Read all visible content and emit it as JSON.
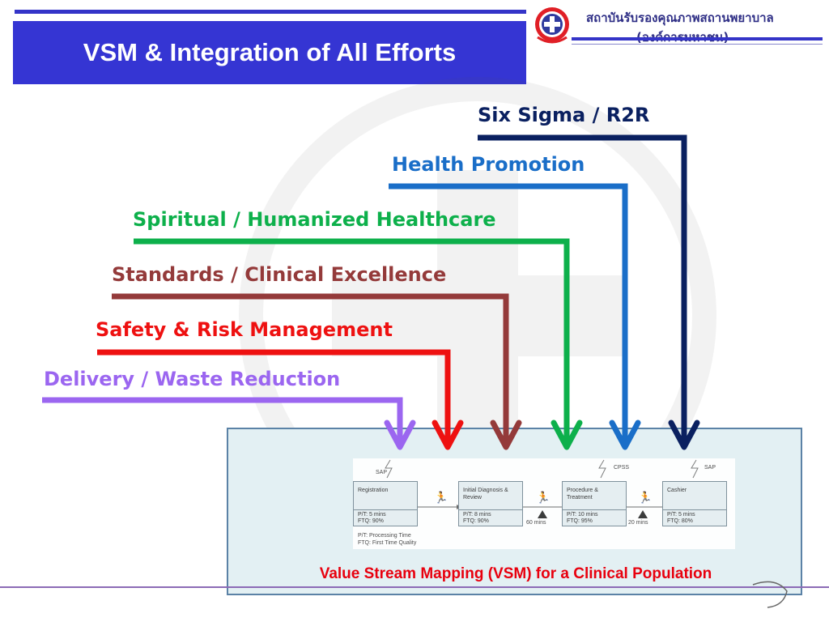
{
  "slide": {
    "title": "VSM & Integration of All Efforts",
    "org_line1": "สถาบันรับรองคุณภาพสถานพยาบาล",
    "org_line2": "(องค์การมหาชน)"
  },
  "efforts": [
    {
      "label": "Six Sigma / R2R",
      "color": "#0a2060"
    },
    {
      "label": "Health Promotion",
      "color": "#1a6ec8"
    },
    {
      "label": "Spiritual / Humanized Healthcare",
      "color": "#0db04b"
    },
    {
      "label": "Standards / Clinical Excellence",
      "color": "#943a3a"
    },
    {
      "label": "Safety & Risk Management",
      "color": "#ee1111"
    },
    {
      "label": "Delivery / Waste Reduction",
      "color": "#9b66f0"
    }
  ],
  "vsm": {
    "caption": "Value Stream Mapping (VSM) for a Clinical Population",
    "processes": [
      {
        "name": "Registration",
        "metric1": "P/T: 5 mins",
        "metric2": "FTQ: 90%",
        "system": "SAP"
      },
      {
        "name": "Initial Diagnosis & Review",
        "metric1": "P/T: 8 mins",
        "metric2": "FTQ: 90%",
        "system": ""
      },
      {
        "name": "Procedure & Treatment",
        "metric1": "P/T: 10 mins",
        "metric2": "FTQ: 95%",
        "system": "CPSS"
      },
      {
        "name": "Cashier",
        "metric1": "P/T: 5 mins",
        "metric2": "FTQ: 80%",
        "system": "SAP"
      }
    ],
    "waits": [
      "60 mins",
      "20 mins"
    ],
    "legend": [
      "P/T: Processing Time",
      "FTQ:  First Time Quality"
    ]
  }
}
